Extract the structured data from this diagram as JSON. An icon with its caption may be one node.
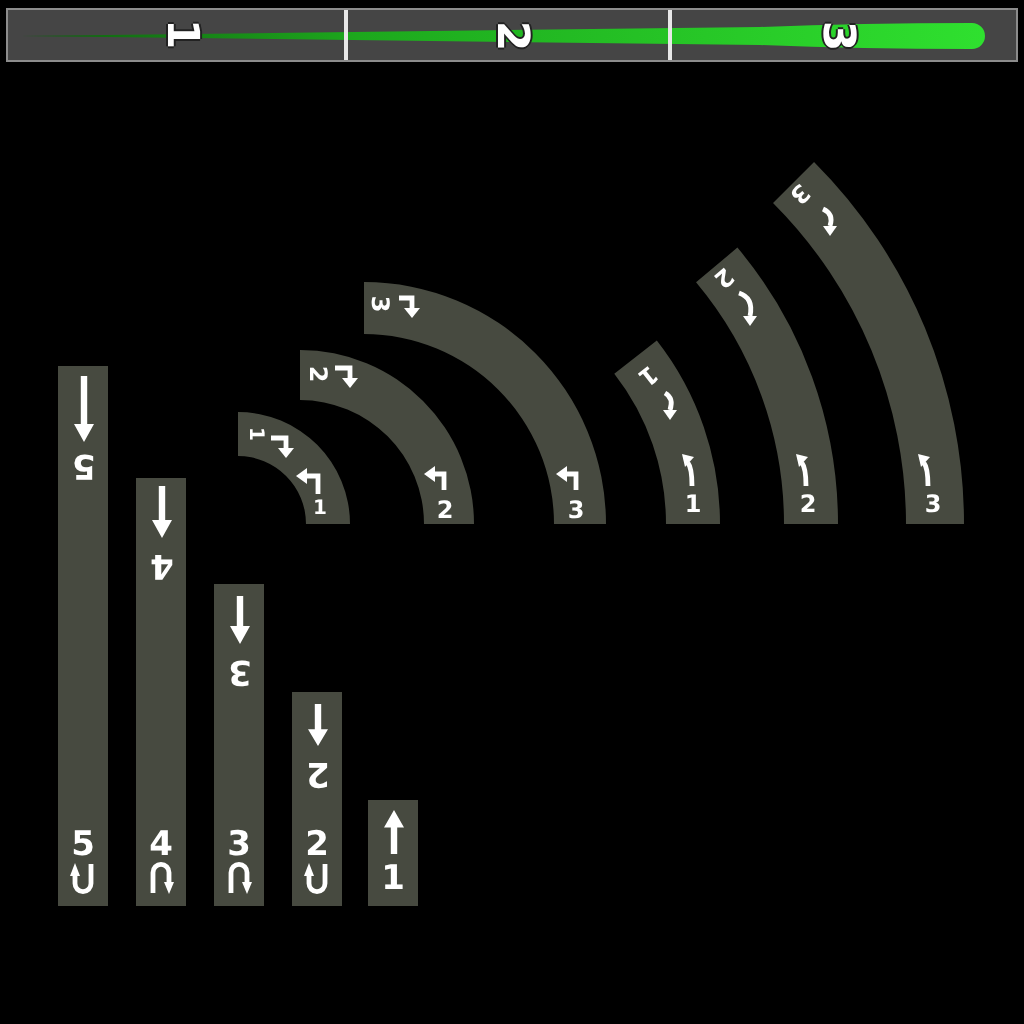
{
  "diagram": {
    "nodes": [
      {
        "text": [
          "1",
          "2",
          "3"
        ]
      },
      {
        "text": [
          "1",
          "1"
        ]
      },
      {
        "text": [
          "2",
          "2"
        ]
      },
      {
        "text": [
          "3",
          "3"
        ]
      },
      {
        "text": [
          "1",
          "1"
        ]
      },
      {
        "text": [
          "2",
          "2"
        ]
      },
      {
        "text": [
          "3",
          "3"
        ]
      },
      {
        "text": [
          "5",
          "5"
        ]
      },
      {
        "text": [
          "4",
          "4"
        ]
      },
      {
        "text": [
          "3",
          "3"
        ]
      },
      {
        "text": [
          "2",
          "2"
        ]
      },
      {
        "text": [
          "1"
        ]
      }
    ]
  }
}
